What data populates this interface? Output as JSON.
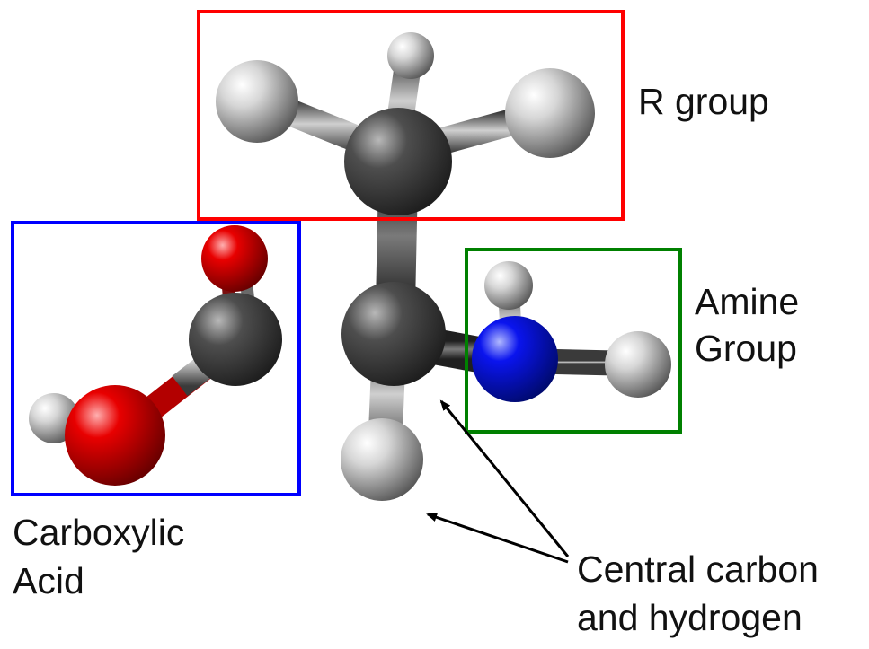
{
  "groups": {
    "r_group": {
      "label": "R group",
      "color": "#ff0000"
    },
    "amine": {
      "label_line1": "Amine",
      "label_line2": "Group",
      "color": "#008000"
    },
    "carboxylic": {
      "label_line1": "Carboxylic",
      "label_line2": "Acid",
      "color": "#0000ff"
    }
  },
  "central": {
    "label_line1": "Central carbon",
    "label_line2": "and hydrogen"
  },
  "atom_colors": {
    "carbon": "#4a4a4a",
    "hydrogen": "#d8d8d8",
    "oxygen": "#e00000",
    "nitrogen": "#0a10e8"
  }
}
